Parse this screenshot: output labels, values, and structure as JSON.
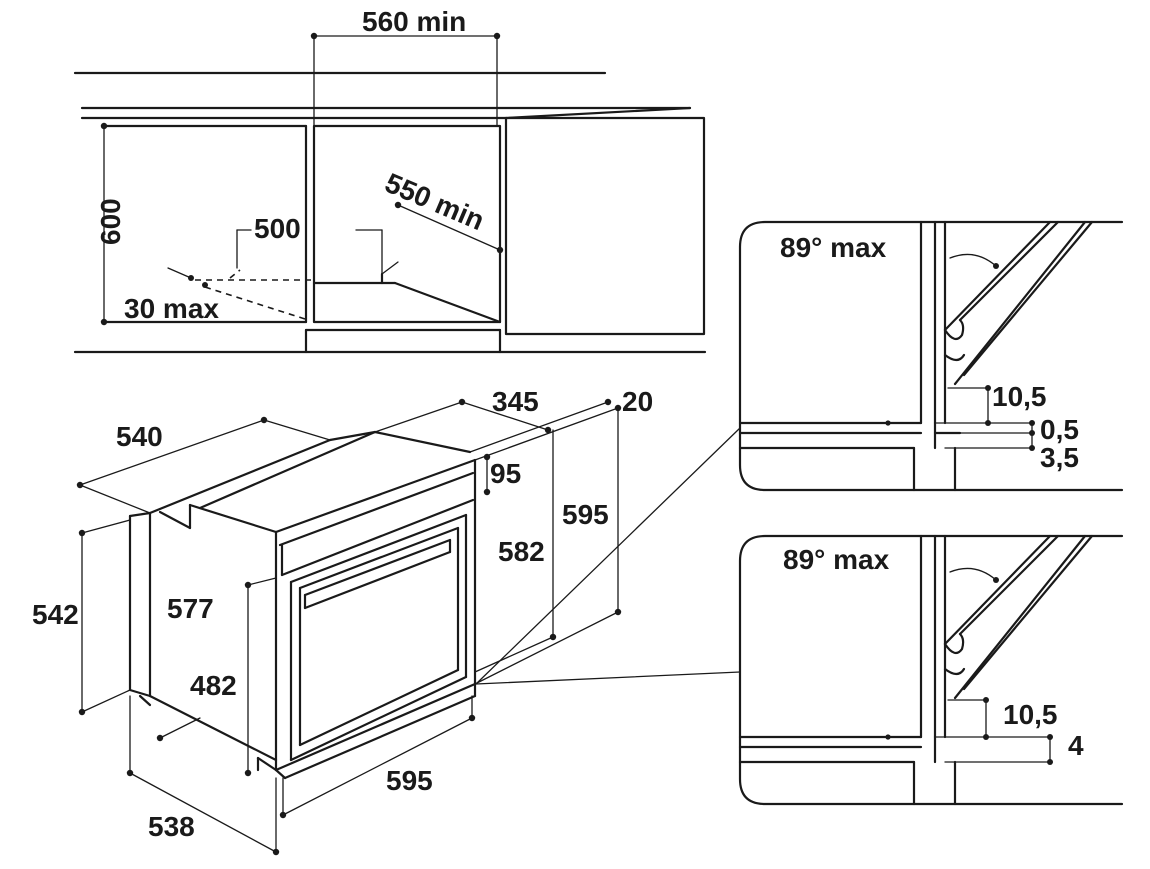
{
  "niche": {
    "width_label": "560 min",
    "depth_label": "550 min",
    "height_label": "600",
    "vent_label": "500",
    "gap_label": "30 max"
  },
  "oven": {
    "depth_label": "540",
    "top_inset_label": "345",
    "front_thickness_label": "20",
    "panel_label": "95",
    "front_height_label": "595",
    "body_height_label": "582",
    "side_height_label": "577",
    "left_height_label": "542",
    "door_height_label": "482",
    "front_width_label": "595",
    "base_depth_label": "538"
  },
  "detail_top": {
    "angle_label": "89° max",
    "dim_a": "10,5",
    "dim_b": "0,5",
    "dim_c": "3,5"
  },
  "detail_bottom": {
    "angle_label": "89° max",
    "dim_a": "10,5",
    "dim_b": "4"
  }
}
